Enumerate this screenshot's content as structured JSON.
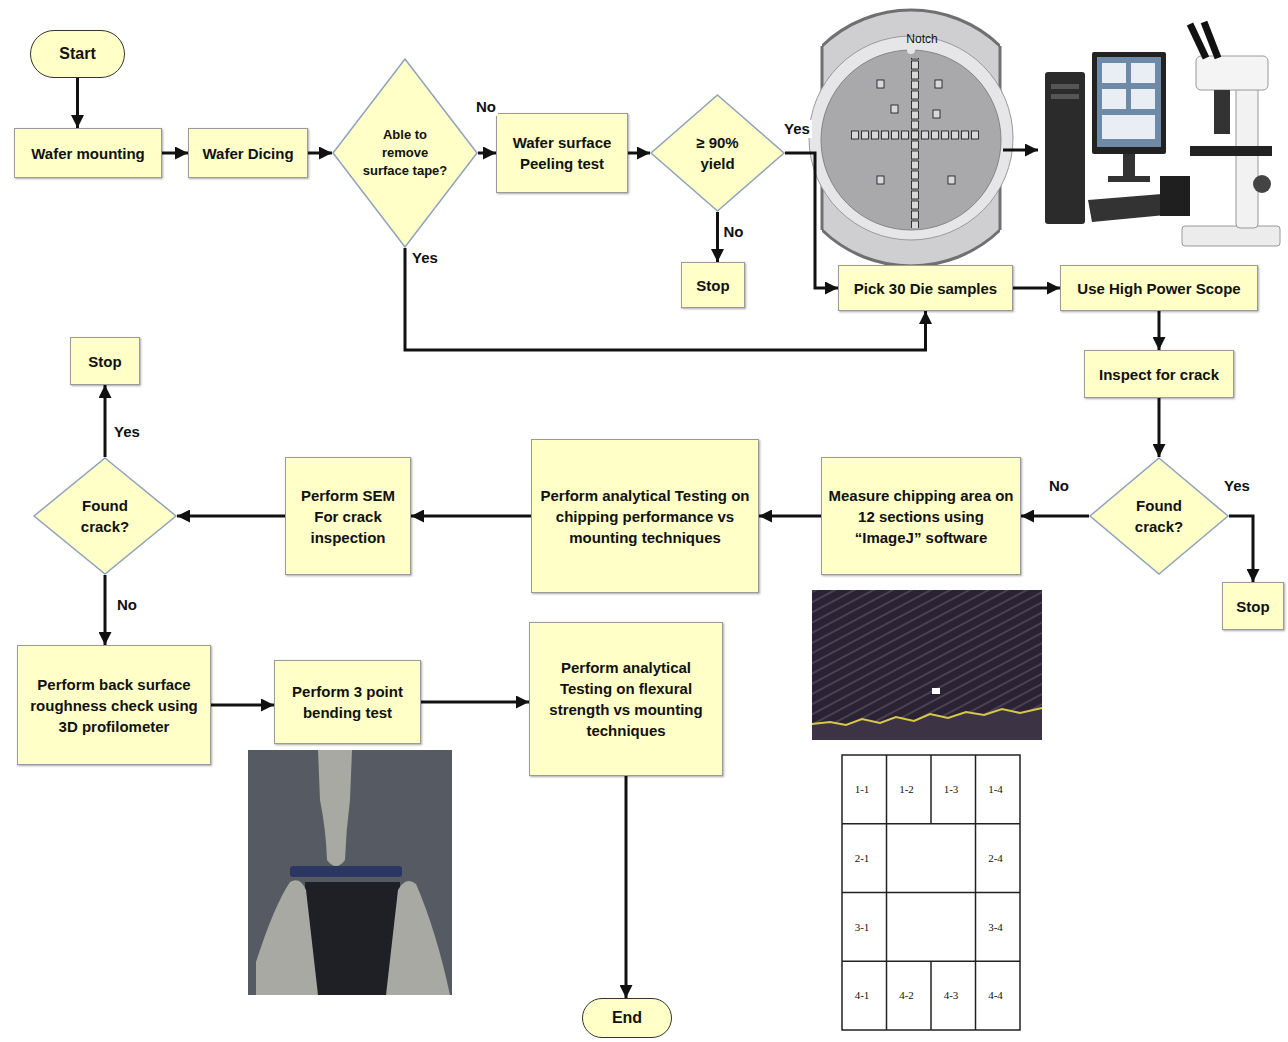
{
  "diagram": {
    "nodes": [
      {
        "text": [
          "Start"
        ]
      },
      {
        "text": [
          "Wafer mounting"
        ]
      },
      {
        "text": [
          "Wafer Dicing"
        ]
      },
      {
        "text": [
          "Able to remove surface tape?"
        ]
      },
      {
        "text": [
          "Wafer surface Peeling test"
        ]
      },
      {
        "text": [
          "≥ 90% yield"
        ]
      },
      {
        "text": [
          "Stop"
        ]
      },
      {
        "text": [
          "Pick 30 Die samples"
        ]
      },
      {
        "text": [
          "Use High Power Scope"
        ]
      },
      {
        "text": [
          "Inspect for crack"
        ]
      },
      {
        "text": [
          "Found crack?"
        ]
      },
      {
        "text": [
          "Stop"
        ]
      },
      {
        "text": [
          "Measure chipping area on 12 sections using “ImageJ” software"
        ]
      },
      {
        "text": [
          "Perform analytical Testing on chipping performance vs mounting techniques"
        ]
      },
      {
        "text": [
          "Perform SEM For crack inspection"
        ]
      },
      {
        "text": [
          "Found crack?"
        ]
      },
      {
        "text": [
          "Stop"
        ]
      },
      {
        "text": [
          "Perform back surface roughness check using 3D profilometer"
        ]
      },
      {
        "text": [
          "Perform 3 point bending test"
        ]
      },
      {
        "text": [
          "Perform analytical Testing on flexural strength vs mounting techniques"
        ]
      },
      {
        "text": [
          "End"
        ]
      }
    ],
    "edges": [
      {
        "from": 0,
        "to": 1,
        "arrow": "to"
      },
      {
        "from": 1,
        "to": 2,
        "arrow": "to"
      },
      {
        "from": 2,
        "to": 3,
        "arrow": "to"
      },
      {
        "from": 3,
        "to": 4,
        "label": "No",
        "arrow": "to"
      },
      {
        "from": 4,
        "to": 5,
        "arrow": "to"
      },
      {
        "from": 5,
        "to": 7,
        "label": "Yes",
        "arrow": "to"
      },
      {
        "from": 5,
        "to": 6,
        "label": "No",
        "arrow": "to"
      },
      {
        "from": 3,
        "to": 7,
        "label": "Yes",
        "arrow": "to"
      },
      {
        "from": 7,
        "to": 8,
        "arrow": "to"
      },
      {
        "from": 8,
        "to": 9,
        "arrow": "to"
      },
      {
        "from": 9,
        "to": 10,
        "arrow": "to"
      },
      {
        "from": 10,
        "to": 11,
        "label": "Yes",
        "arrow": "to"
      },
      {
        "from": 10,
        "to": 12,
        "label": "No",
        "arrow": "to"
      },
      {
        "from": 12,
        "to": 13,
        "arrow": "to"
      },
      {
        "from": 13,
        "to": 14,
        "arrow": "to"
      },
      {
        "from": 14,
        "to": 15,
        "arrow": "to"
      },
      {
        "from": 15,
        "to": 16,
        "label": "Yes",
        "arrow": "to"
      },
      {
        "from": 15,
        "to": 17,
        "label": "No",
        "arrow": "to"
      },
      {
        "from": 17,
        "to": 18,
        "arrow": "to"
      },
      {
        "from": 18,
        "to": 19,
        "arrow": "to"
      },
      {
        "from": 19,
        "to": 20,
        "arrow": "to"
      }
    ],
    "labels": [
      "Notch",
      "1-1",
      "1-2",
      "1-3",
      "1-4",
      "2-1",
      "2-4",
      "3-1",
      "3-4",
      "4-1",
      "4-2",
      "4-3",
      "4-4"
    ]
  }
}
